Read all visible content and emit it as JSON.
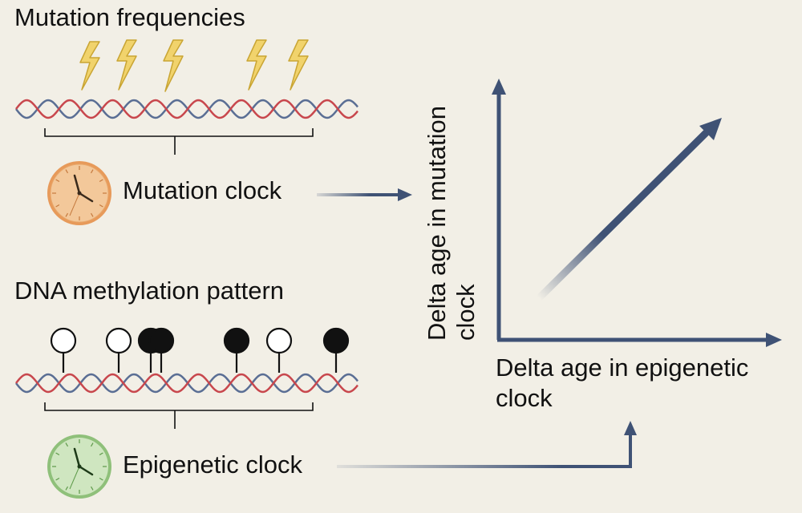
{
  "top_panel": {
    "title": "Mutation frequencies",
    "clock_label": "Mutation clock",
    "clock_color": "#f3c89a"
  },
  "bottom_panel": {
    "title": "DNA methylation pattern",
    "clock_label": "Epigenetic clock",
    "clock_color": "#cfe6c0"
  },
  "axes": {
    "x_label": "Delta age in epigenetic clock",
    "y_label": "Delta age in mutation clock"
  },
  "colors": {
    "background": "#f2efe6",
    "strand_red": "#c8474d",
    "strand_blue": "#5a6e94",
    "arrow": "#3f5275",
    "lightning_fill": "#f1d36c",
    "lightning_stroke": "#c9a534"
  },
  "methylation_sites": [
    "unmethylated",
    "unmethylated",
    "methylated",
    "methylated",
    "methylated",
    "unmethylated",
    "methylated"
  ]
}
